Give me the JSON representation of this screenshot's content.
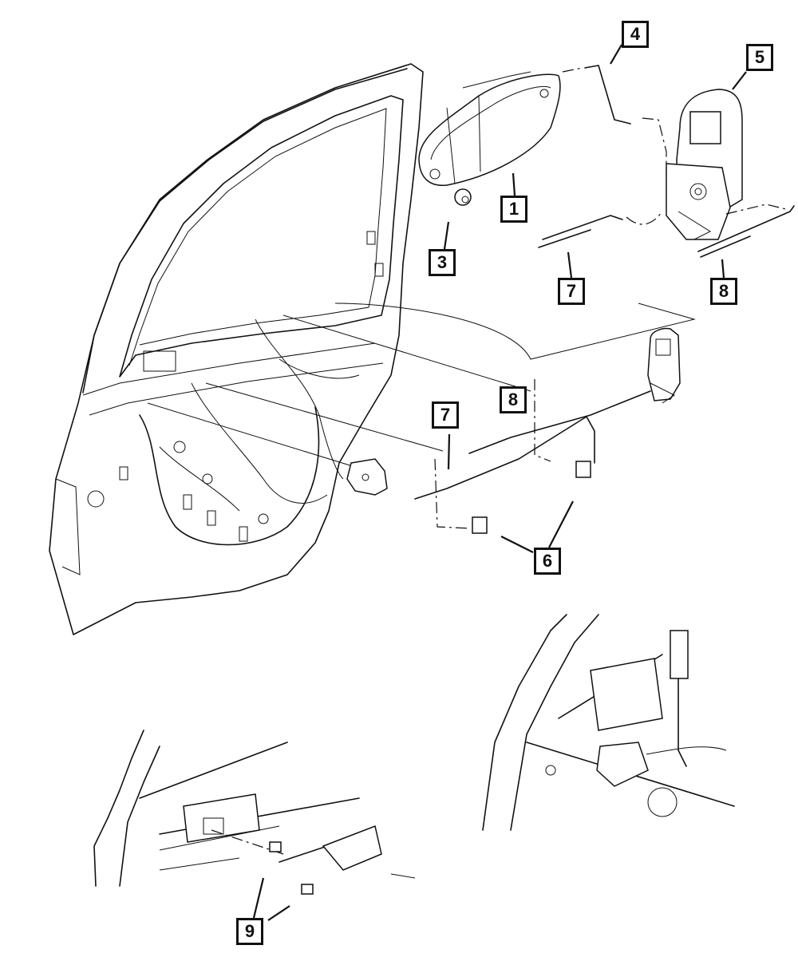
{
  "diagram": {
    "type": "exploded-parts-diagram",
    "subject": "Front door handle, latch, lock actuator and linkage rods",
    "callouts": [
      {
        "id": "callout-1",
        "label": "1",
        "part": "outside-door-handle"
      },
      {
        "id": "callout-3",
        "label": "3",
        "part": "handle-grommet"
      },
      {
        "id": "callout-4",
        "label": "4",
        "part": "handle-to-latch-rod"
      },
      {
        "id": "callout-5",
        "label": "5",
        "part": "latch-and-actuator-upper"
      },
      {
        "id": "callout-7a",
        "label": "7",
        "part": "link-rod-upper"
      },
      {
        "id": "callout-8a",
        "label": "8",
        "part": "link-rod-upper"
      },
      {
        "id": "callout-8b",
        "label": "8",
        "part": "link-rod-lower"
      },
      {
        "id": "callout-7b",
        "label": "7",
        "part": "link-rod-lower"
      },
      {
        "id": "callout-6",
        "label": "6",
        "part": "rod-clips"
      },
      {
        "id": "callout-9",
        "label": "9",
        "part": "inside-handle-rod-clip"
      }
    ],
    "views": [
      {
        "name": "main-door-exploded-view"
      },
      {
        "name": "inset-inside-handle-detail"
      },
      {
        "name": "inset-latch-installed-detail"
      }
    ]
  }
}
